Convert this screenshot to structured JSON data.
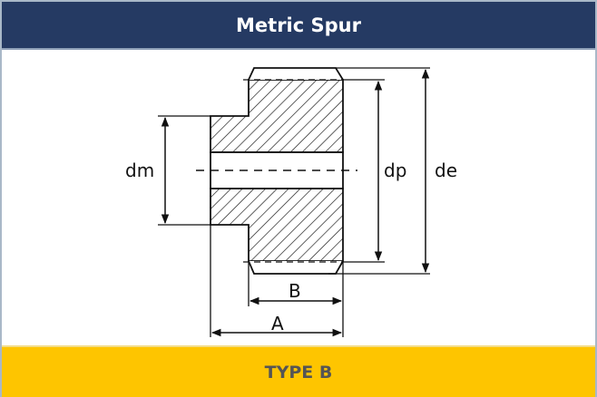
{
  "header": {
    "title": "Metric Spur"
  },
  "diagram": {
    "labels": {
      "hub_diameter": "dm",
      "pitch_diameter": "dp",
      "outside_diameter": "de",
      "face_width": "B",
      "total_length": "A"
    },
    "line_color": "#111111"
  },
  "footer": {
    "title": "TYPE B"
  },
  "colors": {
    "header_bg": "#253a63",
    "footer_bg": "#fec500",
    "footer_text": "#555555",
    "border": "#a9b8c8"
  }
}
